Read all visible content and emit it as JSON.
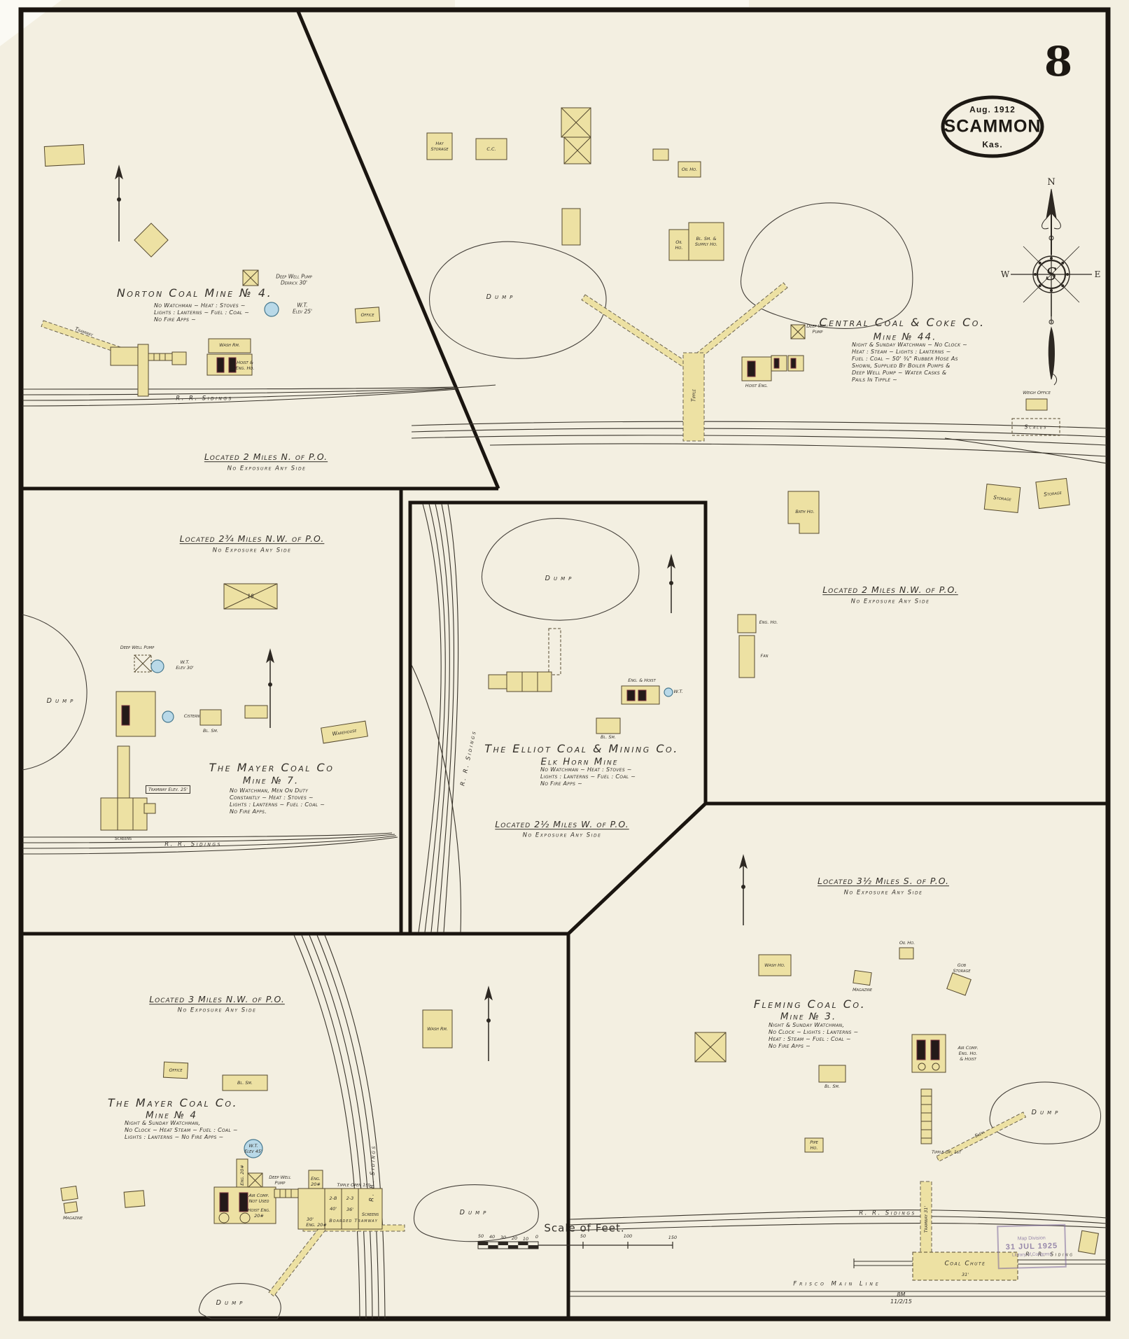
{
  "page": {
    "number": "8",
    "stamp": {
      "date": "Aug. 1912",
      "city": "SCAMMON",
      "state": "Kas."
    },
    "plate_mark": "8M\n11/2/15"
  },
  "library_stamp": {
    "line1": "Map Division",
    "line2": "31 JUL 1925",
    "line3": "Library of Congress"
  },
  "compass": {
    "n": "N",
    "e": "E",
    "w": "W",
    "monogram": "S"
  },
  "scale_bar": {
    "title": "Scale of Feet.",
    "ticks_left": [
      "50",
      "40",
      "30",
      "20",
      "10",
      "0"
    ],
    "ticks_right": [
      "50",
      "100",
      "150"
    ]
  },
  "colors": {
    "paper": "#f3efe1",
    "building_fill": "#ede1a3",
    "building_stroke": "#55492f",
    "ink": "#34302a",
    "frame": "#1a1510",
    "water_blue": "#b9d9e8",
    "engine_dark": "#241a19",
    "engine_accent": "#78323f",
    "stamp_purple": "#7b679c"
  },
  "sections": {
    "norton": {
      "title": "Norton Coal Mine № 4.",
      "notes": "No Watchman ~ Heat : Stoves ~\nLights : Lanterns ~ Fuel : Coal ~\nNo Fire Apps ~",
      "located": "Located 2 Miles N. of P.O.",
      "exposure": "No Exposure Any Side",
      "labels": {
        "deep_well_derrick": "Deep Well Pump\nDerrick 30'",
        "wt25": "W.T.\nElev 25'",
        "tramway": "Tramway",
        "wash_rm": "Wash Rm.",
        "hoist_eng_ho": "Hoist &\nEng. Ho.",
        "office": "Office",
        "rr_sidings": "R. R. Sidings"
      }
    },
    "central": {
      "title": "Central Coal & Coke Co.",
      "subtitle": "Mine № 44.",
      "notes": "Night & Sunday Watchman ~ No Clock ~\nHeat : Steam ~ Lights : Lanterns ~\nFuel : Coal ~ 50' ¾\" Rubber Hose As\nShown, Supplied By Boiler Pumps &\nDeep Well Pump ~ Water Casks &\nPails In Tipple ~",
      "located": "Located 2 Miles N.W. of P.O.",
      "exposure": "No Exposure Any Side",
      "labels": {
        "hay_storage": "Hay\nStorage",
        "cc": "C.C.",
        "oil_ho_top": "Oil Ho.",
        "oil_ho": "Oil\nHo.",
        "bl_sm_supply": "Bl. Sm. &\nSupply Ho.",
        "dump": "Dump",
        "tipple": "Tipple",
        "hoist_eng": "Hoist Eng.",
        "deep_well": "Deep Well\nPump",
        "weigh_office": "Weigh Office",
        "scales": "Scales",
        "bath_ho": "Bath Ho.",
        "storage1": "Storage",
        "storage2": "Storage",
        "eng_ho": "Eng. Ho.",
        "fan": "Fan"
      }
    },
    "mayer7": {
      "title": "The Mayer Coal Co",
      "subtitle": "Mine № 7.",
      "notes": "No Watchman, Men On Duty\nConstantly ~ Heat : Stoves ~\nLights : Lanterns ~ Fuel : Coal ~\nNo Fire Apps.",
      "located": "Located 2¾ Miles N.W. of P.O.",
      "exposure": "No Exposure Any Side",
      "labels": {
        "barn_no": "18",
        "deep_well": "Deep Well Pump",
        "wt30": "W.T.\nElev 30'",
        "cistern": "Cistern",
        "bl_sm": "Bl. Sm.",
        "warehouse": "Warehouse",
        "tramway_elev": "Tramway Elev. 25'",
        "screens": "Screens",
        "rr_sidings": "R. R. Sidings",
        "dump": "Dump"
      }
    },
    "elliot": {
      "title": "The Elliot Coal & Mining Co.",
      "subtitle": "Elk Horn Mine",
      "notes": "No Watchman ~ Heat : Stoves ~\nLights : Lanterns ~ Fuel : Coal ~\nNo Fire Apps ~",
      "located": "Located 2½ Miles W. of P.O.",
      "exposure": "No Exposure Any Side",
      "labels": {
        "eng_hoist": "Eng. & Hoist",
        "wt": "W.T.",
        "bl_sm": "Bl. Sm.",
        "rr_sidings": "R. R. Sidings",
        "dump": "Dump"
      }
    },
    "fleming": {
      "title": "Fleming Coal Co.",
      "subtitle": "Mine № 3.",
      "notes": "Night & Sunday Watchman,\nNo Clock ~ Lights : Lanterns ~\nHeat : Steam ~ Fuel : Coal ~\nNo Fire Apps ~",
      "located": "Located 3½ Miles S. of P.O.",
      "exposure": "No Exposure Any Side",
      "labels": {
        "wash_ho": "Wash Ho.",
        "magazine": "Magazine",
        "oil_ho": "Oil Ho.",
        "gob_storage": "Gob\nStorage",
        "bl_sm": "Bl. Sm.",
        "air_comp": "Air Comp.\nEng. Ho.\n& Hoist",
        "pipe_ho": "Pipe\nHo.",
        "tipple_op": "Tipple Op. 1st",
        "tramway": "Tramway 31'",
        "elev": "Elev.",
        "coal_chute": "Coal Chute",
        "chute_size": "31'",
        "rr_sidings": "R. R. Sidings",
        "rr_siding": "R. R. Siding",
        "frisco": "Frisco  Main  Line",
        "dump": "Dump"
      }
    },
    "mayer4": {
      "title": "The Mayer Coal Co.",
      "subtitle": "Mine № 4",
      "notes": "Night & Sunday Watchman,\nNo Clock ~ Heat Steam ~ Fuel : Coal ~\nLights : Lanterns ~ No Fire Apps ~",
      "located": "Located 3 Miles N.W. of P.O.",
      "exposure": "No Exposure Any Side",
      "labels": {
        "wash_rm": "Wash Rm.",
        "office": "Office",
        "bl_sm": "Bl. Sm.",
        "magazine": "Magazine",
        "wt45": "W.T.\nElev 45'",
        "eng20_vert": "Eng. 20#",
        "deep_well": "Deep Well\nPump",
        "air_comp": "Air Comp.\nNot Used",
        "hoist_eng": "Hoist Eng.\n20#",
        "eng20_top": "Eng.\n20#",
        "eng20_in": "Eng. 20#",
        "tipple_open": "Tipple Open 1st",
        "c2b": "2-B",
        "c40": "40'",
        "c23": "2-3",
        "c36": "36'",
        "c30": "30'",
        "screens": "Screens",
        "boarded_tramway": "Boarded Tramway",
        "rr_sidings": "R. R. Sidings",
        "dump_center": "Dump",
        "dump_left": "Dump"
      }
    }
  }
}
